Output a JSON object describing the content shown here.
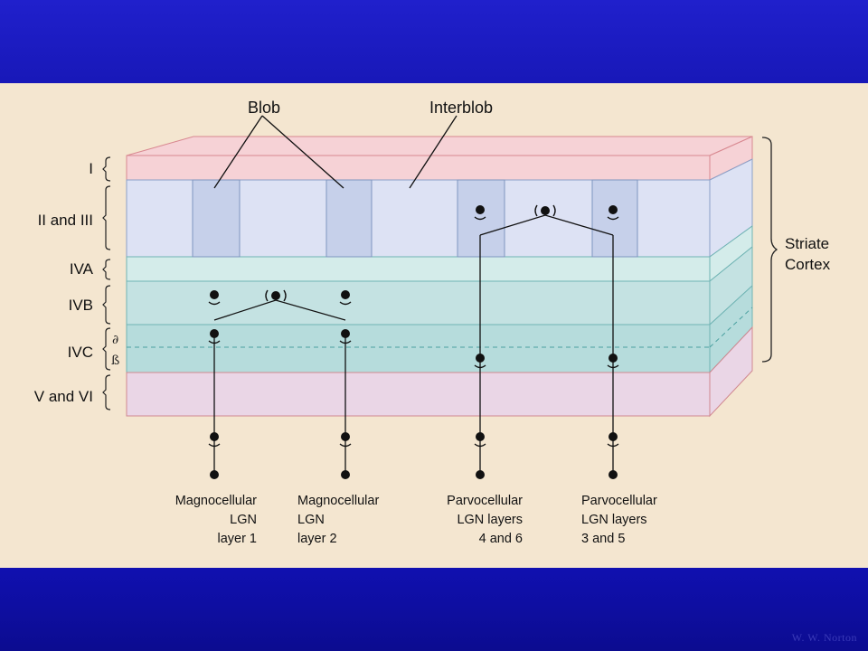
{
  "top_labels": {
    "blob": "Blob",
    "interblob": "Interblob"
  },
  "layers": {
    "I": "I",
    "II_III": "II and III",
    "IVA": "IVA",
    "IVB": "IVB",
    "IVC": "IVC",
    "alpha": "∂",
    "beta": "ß",
    "V_VI": "V and VI"
  },
  "striate": {
    "line1": "Striate",
    "line2": "Cortex"
  },
  "inputs": [
    {
      "lines": [
        "Magnocellular",
        "LGN",
        "layer 1"
      ]
    },
    {
      "lines": [
        "Magnocellular",
        "LGN",
        "layer 2"
      ]
    },
    {
      "lines": [
        "Parvocellular",
        "LGN layers",
        "4 and 6"
      ]
    },
    {
      "lines": [
        "Parvocellular",
        "LGN layers",
        "3 and 5"
      ]
    }
  ],
  "watermark": "W. W. Norton",
  "colors": {
    "background": "#f4e6d0",
    "layer_I": "#f6d2d6",
    "layer_II_III": "#dde2f4",
    "blob": "#c6d0ea",
    "layer_IVA": "#d4ecea",
    "layer_IVB": "#c4e2e2",
    "layer_IVC": "#b6dcdc",
    "layer_V_VI": "#ead6e6",
    "band": "#1818b8"
  }
}
